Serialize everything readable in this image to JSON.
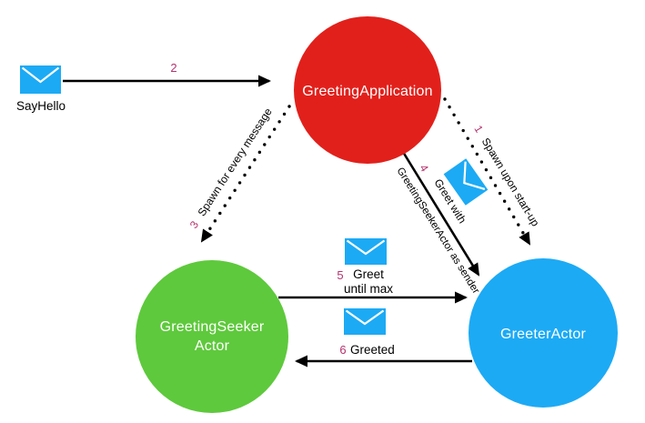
{
  "colors": {
    "node_red": "#e2201b",
    "node_green": "#5ec93c",
    "node_blue": "#1caaf5",
    "envelope_blue": "#1caaf5",
    "edge_number": "#b5326e",
    "line_black": "#000000",
    "label_black": "#000000",
    "node_text": "#ffffff",
    "background": "#ffffff"
  },
  "nodes": {
    "greeting_application": {
      "label": "GreetingApplication"
    },
    "greeting_seeker_actor": {
      "label_line1": "GreetingSeeker",
      "label_line2": "Actor"
    },
    "greeter_actor": {
      "label": "GreeterActor"
    }
  },
  "messages": {
    "say_hello": {
      "label": "SayHello"
    }
  },
  "edges": {
    "e1": {
      "number": "1",
      "label": "Spawn upon start-up",
      "style": "dotted"
    },
    "e2": {
      "number": "2",
      "style": "solid"
    },
    "e3": {
      "number": "3",
      "label": "Spawn for every message",
      "style": "dotted"
    },
    "e4": {
      "number": "4",
      "label_above": "Greet with",
      "label_below": "GreetingSeekerActor as sender",
      "style": "solid"
    },
    "e5": {
      "number": "5",
      "label_line1": "Greet",
      "label_line2": "until max",
      "style": "solid"
    },
    "e6": {
      "number": "6",
      "label": "Greeted",
      "style": "solid"
    }
  }
}
